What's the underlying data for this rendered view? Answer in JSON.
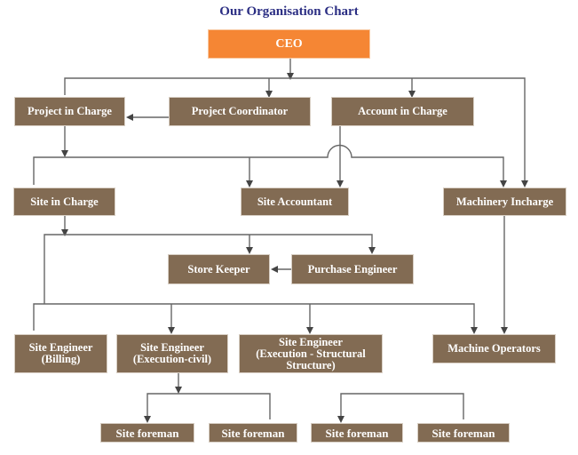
{
  "title": "Our Organisation Chart",
  "colors": {
    "title": "#2b2e83",
    "ceo_box": "#f58634",
    "box": "#826b53",
    "connector": "#555555"
  },
  "nodes": {
    "ceo": "CEO",
    "project_in_charge": "Project in Charge",
    "project_coordinator": "Project Coordinator",
    "account_in_charge": "Account in Charge",
    "site_in_charge": "Site in Charge",
    "site_accountant": "Site Accountant",
    "machinery_incharge": "Machinery Incharge",
    "store_keeper": "Store Keeper",
    "purchase_engineer": "Purchase Engineer",
    "site_engineer_billing": "Site Engineer\n(Billing)",
    "site_engineer_civil": "Site Engineer\n(Execution-civil)",
    "site_engineer_structural": "Site Engineer\n(Execution - Structural\nStructure)",
    "machine_operators": "Machine Operators",
    "site_foreman_1": "Site foreman",
    "site_foreman_2": "Site foreman",
    "site_foreman_3": "Site foreman",
    "site_foreman_4": "Site foreman"
  },
  "edges": [
    [
      "ceo",
      "project_in_charge"
    ],
    [
      "ceo",
      "project_coordinator"
    ],
    [
      "ceo",
      "account_in_charge"
    ],
    [
      "ceo",
      "machinery_incharge"
    ],
    [
      "project_coordinator",
      "project_in_charge"
    ],
    [
      "project_in_charge",
      "site_in_charge"
    ],
    [
      "project_in_charge",
      "site_accountant"
    ],
    [
      "project_in_charge",
      "machinery_incharge"
    ],
    [
      "account_in_charge",
      "site_accountant"
    ],
    [
      "site_in_charge",
      "store_keeper"
    ],
    [
      "site_in_charge",
      "purchase_engineer"
    ],
    [
      "purchase_engineer",
      "store_keeper"
    ],
    [
      "site_in_charge",
      "site_engineer_billing"
    ],
    [
      "site_in_charge",
      "site_engineer_civil"
    ],
    [
      "site_in_charge",
      "site_engineer_structural"
    ],
    [
      "site_in_charge",
      "machine_operators"
    ],
    [
      "machinery_incharge",
      "machine_operators"
    ],
    [
      "site_engineer_civil",
      "site_foreman_1"
    ],
    [
      "site_foreman_2",
      "site_foreman_1"
    ],
    [
      "site_foreman_4",
      "site_foreman_3"
    ]
  ]
}
